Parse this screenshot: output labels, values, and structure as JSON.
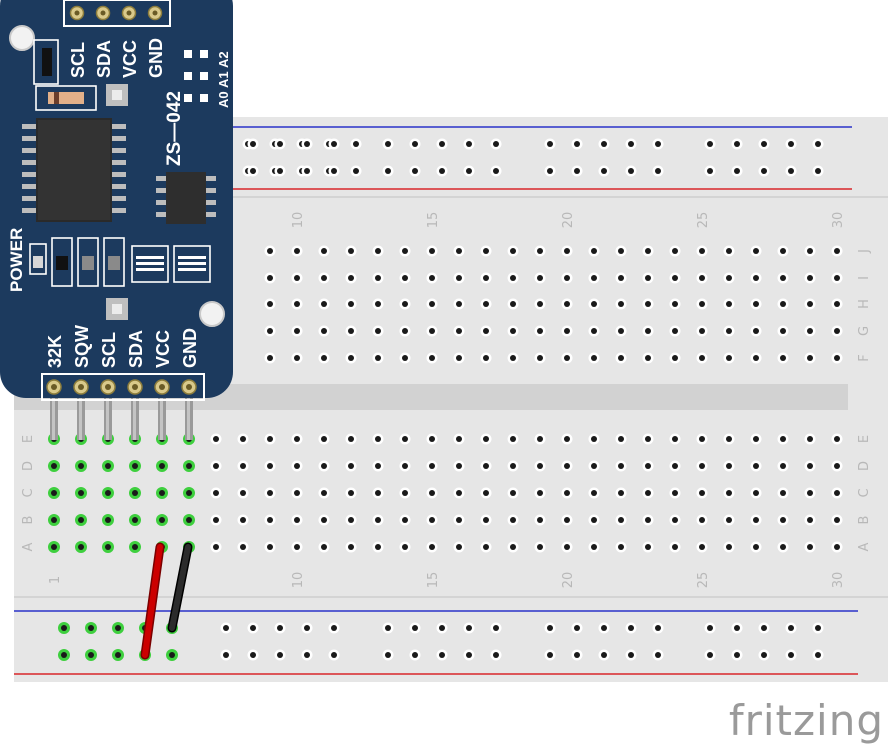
{
  "breadboard": {
    "column_numbers": [
      "1",
      "10",
      "15",
      "20",
      "25",
      "30"
    ],
    "top_row_letters": [
      "J",
      "I",
      "H",
      "G",
      "F"
    ],
    "bottom_row_letters": [
      "E",
      "D",
      "C",
      "B",
      "A"
    ]
  },
  "module": {
    "model": "ZS—042",
    "power_label": "POWER",
    "top_pins": [
      "SCL",
      "SDA",
      "VCC",
      "GND"
    ],
    "address_pins": [
      "A0",
      "A1",
      "A2"
    ],
    "bottom_pins": [
      "32K",
      "SQW",
      "SCL",
      "SDA",
      "VCC",
      "GND"
    ]
  },
  "wires": [
    {
      "color": "#cc0000",
      "from": "VCC column row A",
      "to": "bottom power rail +"
    },
    {
      "color": "#222222",
      "from": "GND column row A",
      "to": "bottom power rail -"
    }
  ],
  "colors": {
    "pcb": "#1c3a5e",
    "breadboard": "#e6e6e6",
    "rail_red": "#d9262a",
    "rail_blue": "#2a32c9",
    "connected_hole": "#3ecf3e"
  },
  "watermark": "fritzing"
}
